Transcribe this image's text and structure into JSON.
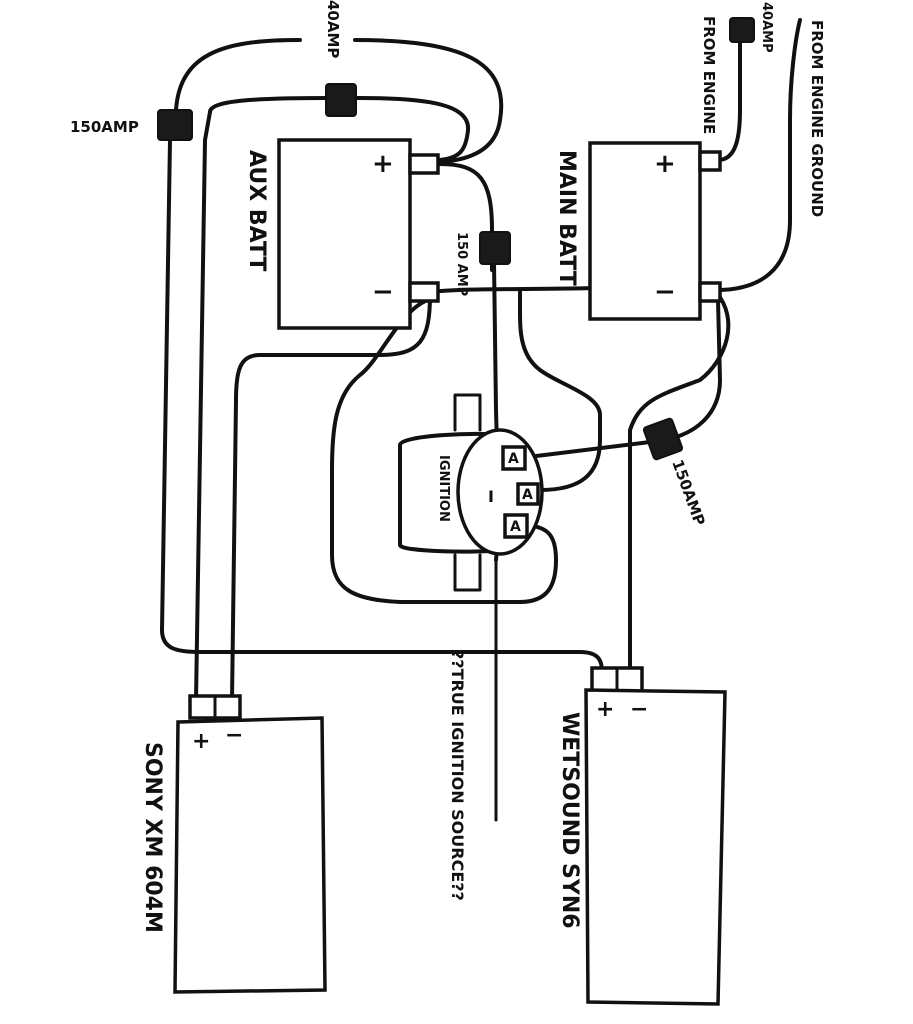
{
  "batteries": {
    "aux": {
      "label": "AUX BATT",
      "plus": "+",
      "minus": "−"
    },
    "main": {
      "label": "MAIN BATT",
      "plus": "+",
      "minus": "−"
    }
  },
  "fuses": {
    "top_left": "150AMP",
    "top_center": "40AMP",
    "top_right": "40AMP",
    "between_batteries": "150 AMP",
    "isolator_right": "150AMP"
  },
  "labels": {
    "from_engine": "FROM ENGINE",
    "from_engine_ground": "FROM ENGINE GROUND",
    "ignition_source": "??TRUE IGNITION SOURCE??"
  },
  "isolator": {
    "label": "IGNITION",
    "terminal_1": "A",
    "terminal_2": "A",
    "terminal_3": "A",
    "terminal_small": "I"
  },
  "amplifiers": {
    "sony": {
      "label": "SONY XM 604M",
      "plus": "+",
      "minus": "−"
    },
    "wetsound": {
      "label": "WETSOUND SYN6",
      "plus": "+",
      "minus": "−"
    }
  }
}
